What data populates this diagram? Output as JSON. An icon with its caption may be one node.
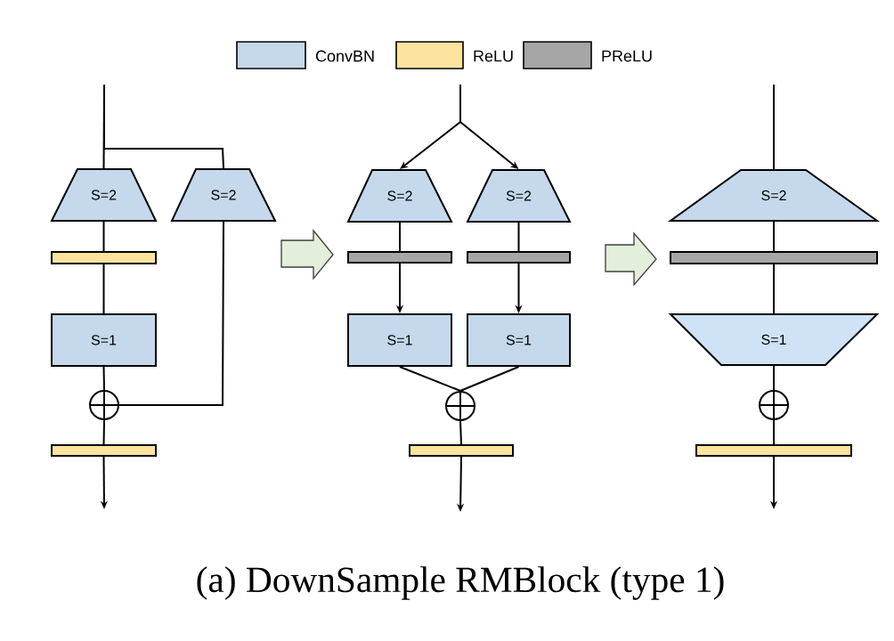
{
  "diagram": {
    "caption": "(a) DownSample RMBlock (type 1)",
    "nodes": [
      {
        "text": [
          "S=2"
        ]
      },
      {
        "text": [
          "S=2"
        ]
      },
      {
        "text": [],
        "shape": "bar"
      },
      {
        "text": [
          "S=1"
        ]
      },
      {
        "text": [],
        "shape": "circle"
      },
      {
        "text": [],
        "shape": "bar"
      },
      {
        "text": [
          "S=2"
        ]
      },
      {
        "text": [
          "S=2"
        ]
      },
      {
        "text": [],
        "shape": "bar"
      },
      {
        "text": [],
        "shape": "bar"
      },
      {
        "text": [
          "S=1"
        ]
      },
      {
        "text": [
          "S=1"
        ]
      },
      {
        "text": [],
        "shape": "circle"
      },
      {
        "text": [],
        "shape": "bar"
      },
      {
        "text": [
          "S=2"
        ]
      },
      {
        "text": [],
        "shape": "bar"
      },
      {
        "text": [
          "S=1"
        ]
      },
      {
        "text": [],
        "shape": "circle"
      },
      {
        "text": [],
        "shape": "bar"
      }
    ],
    "edges": [
      {
        "from": null,
        "to": 0,
        "arrow": "none"
      },
      {
        "from": null,
        "to": 1,
        "arrow": "none"
      },
      {
        "from": 0,
        "to": 2,
        "arrow": "none"
      },
      {
        "from": 2,
        "to": 3,
        "arrow": "none"
      },
      {
        "from": 3,
        "to": 4,
        "arrow": "none"
      },
      {
        "from": 1,
        "to": 4,
        "arrow": "none"
      },
      {
        "from": 4,
        "to": 5,
        "arrow": "none"
      },
      {
        "from": 5,
        "to": null,
        "arrow": "to"
      },
      {
        "from": null,
        "to": 6,
        "arrow": "to"
      },
      {
        "from": null,
        "to": 7,
        "arrow": "to"
      },
      {
        "from": 6,
        "to": 8,
        "arrow": "none"
      },
      {
        "from": 7,
        "to": 9,
        "arrow": "none"
      },
      {
        "from": 8,
        "to": 10,
        "arrow": "to"
      },
      {
        "from": 9,
        "to": 11,
        "arrow": "to"
      },
      {
        "from": 10,
        "to": 12,
        "arrow": "none"
      },
      {
        "from": 11,
        "to": 12,
        "arrow": "none"
      },
      {
        "from": 12,
        "to": 13,
        "arrow": "none"
      },
      {
        "from": 13,
        "to": null,
        "arrow": "to"
      },
      {
        "from": null,
        "to": 14,
        "arrow": "none"
      },
      {
        "from": 14,
        "to": 15,
        "arrow": "none"
      },
      {
        "from": 15,
        "to": 16,
        "arrow": "none"
      },
      {
        "from": 16,
        "to": 17,
        "arrow": "none"
      },
      {
        "from": 17,
        "to": 18,
        "arrow": "none"
      },
      {
        "from": 18,
        "to": null,
        "arrow": "to"
      }
    ],
    "legend": [
      {
        "text": "ConvBN",
        "color": "#c5d8ec"
      },
      {
        "text": "ReLU",
        "color": "#fde49e"
      },
      {
        "text": "PReLU",
        "color": "#a6a6a6"
      }
    ]
  }
}
